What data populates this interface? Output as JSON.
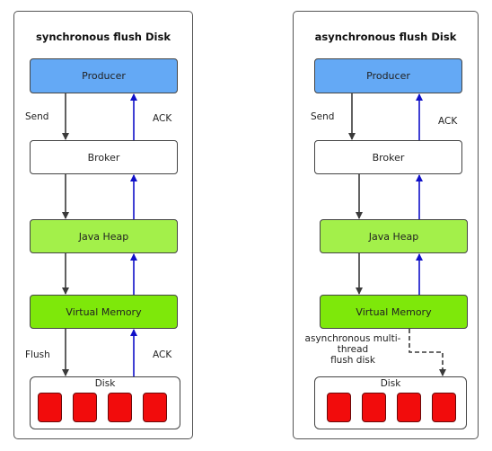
{
  "left_panel": {
    "title": "synchronous flush Disk",
    "producer": "Producer",
    "broker": "Broker",
    "java_heap": "Java Heap",
    "virtual_memory": "Virtual Memory",
    "disk": "Disk",
    "send_label": "Send",
    "ack_top": "ACK",
    "flush_label": "Flush",
    "ack_bottom": "ACK"
  },
  "right_panel": {
    "title": "asynchronous flush Disk",
    "producer": "Producer",
    "broker": "Broker",
    "java_heap": "Java Heap",
    "virtual_memory": "Virtual Memory",
    "disk": "Disk",
    "send_label": "Send",
    "ack_top": "ACK",
    "async_note_1": "asynchronous multi-",
    "async_note_2": "thread",
    "async_note_3": "flush disk"
  },
  "colors": {
    "producer": "#64a9f5",
    "java_heap": "#a3f04a",
    "virtual_memory": "#7ee80a",
    "disk_cell": "#f20c0c",
    "request_arrow": "#3a3a3a",
    "ack_arrow": "#1010c8"
  }
}
